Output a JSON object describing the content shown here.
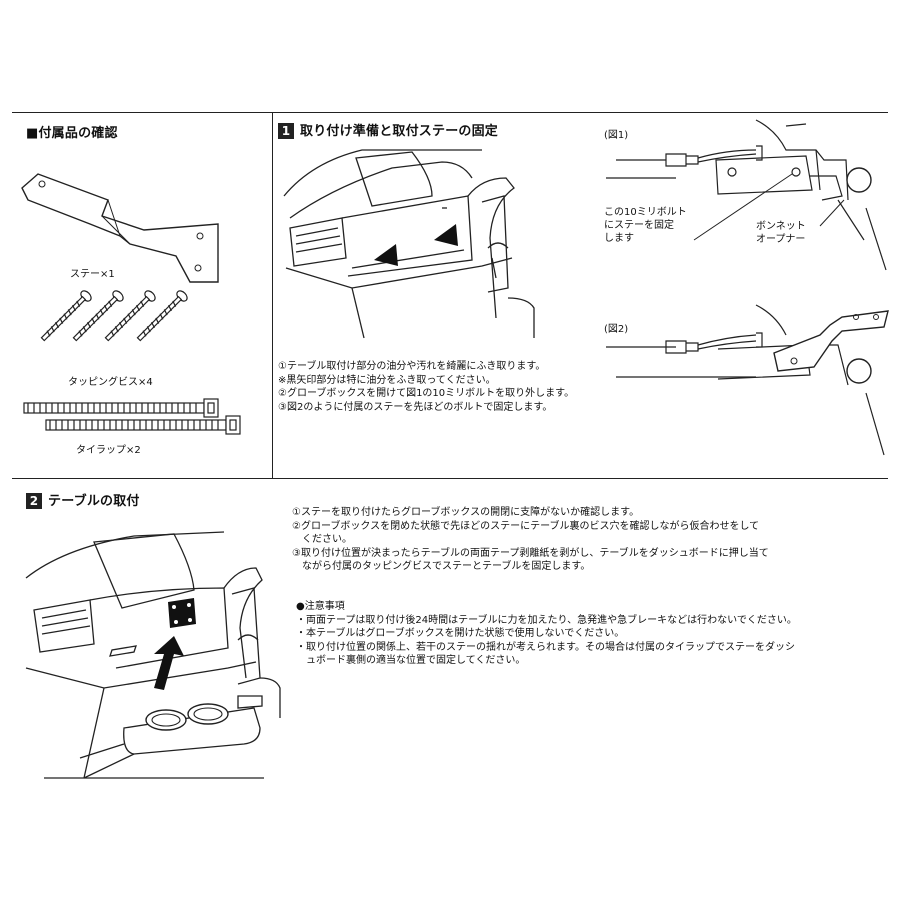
{
  "accessories": {
    "title": "■付属品の確認",
    "stay_label": "ステー×1",
    "screw_label": "タッピングビス×4",
    "tie_label": "タイラップ×2"
  },
  "section1": {
    "number": "1",
    "title": "取り付け準備と取付ステーの固定",
    "steps": [
      "①テーブル取付け部分の油分や汚れを綺麗にふき取ります。",
      "※黒矢印部分は特に油分をふき取ってください。",
      "②グローブボックスを開けて図1の10ミリボルトを取り外します。",
      "③図2のように付属のステーを先ほどのボルトで固定します。"
    ],
    "fig1_label": "(図1)",
    "fig1_note_line1": "この10ミリボルト",
    "fig1_note_line2": "にステーを固定",
    "fig1_note_line3": "します",
    "fig1_opener_line1": "ボンネット",
    "fig1_opener_line2": "オープナー",
    "fig2_label": "(図2)"
  },
  "section2": {
    "number": "2",
    "title": "テーブルの取付",
    "steps": [
      "①ステーを取り付けたらグローブボックスの開閉に支障がないか確認します。",
      "②グローブボックスを閉めた状態で先ほどのステーにテーブル裏のビス穴を確認しながら仮合わせをして",
      "　ください。",
      "③取り付け位置が決まったらテーブルの両面テープ剥離紙を剥がし、テーブルをダッシュボードに押し当て",
      "　ながら付属のタッピングビスでステーとテーブルを固定します。"
    ],
    "notes_title": "●注意事項",
    "notes": [
      "・両面テープは取り付け後24時間はテーブルに力を加えたり、急発進や急ブレーキなどは行わないでください。",
      "・本テーブルはグローブボックスを開けた状態で使用しないでください。",
      "・取り付け位置の関係上、若干のステーの揺れが考えられます。その場合は付属のタイラップでステーをダッシ",
      "　ュボード裏側の適当な位置で固定してください。"
    ]
  }
}
